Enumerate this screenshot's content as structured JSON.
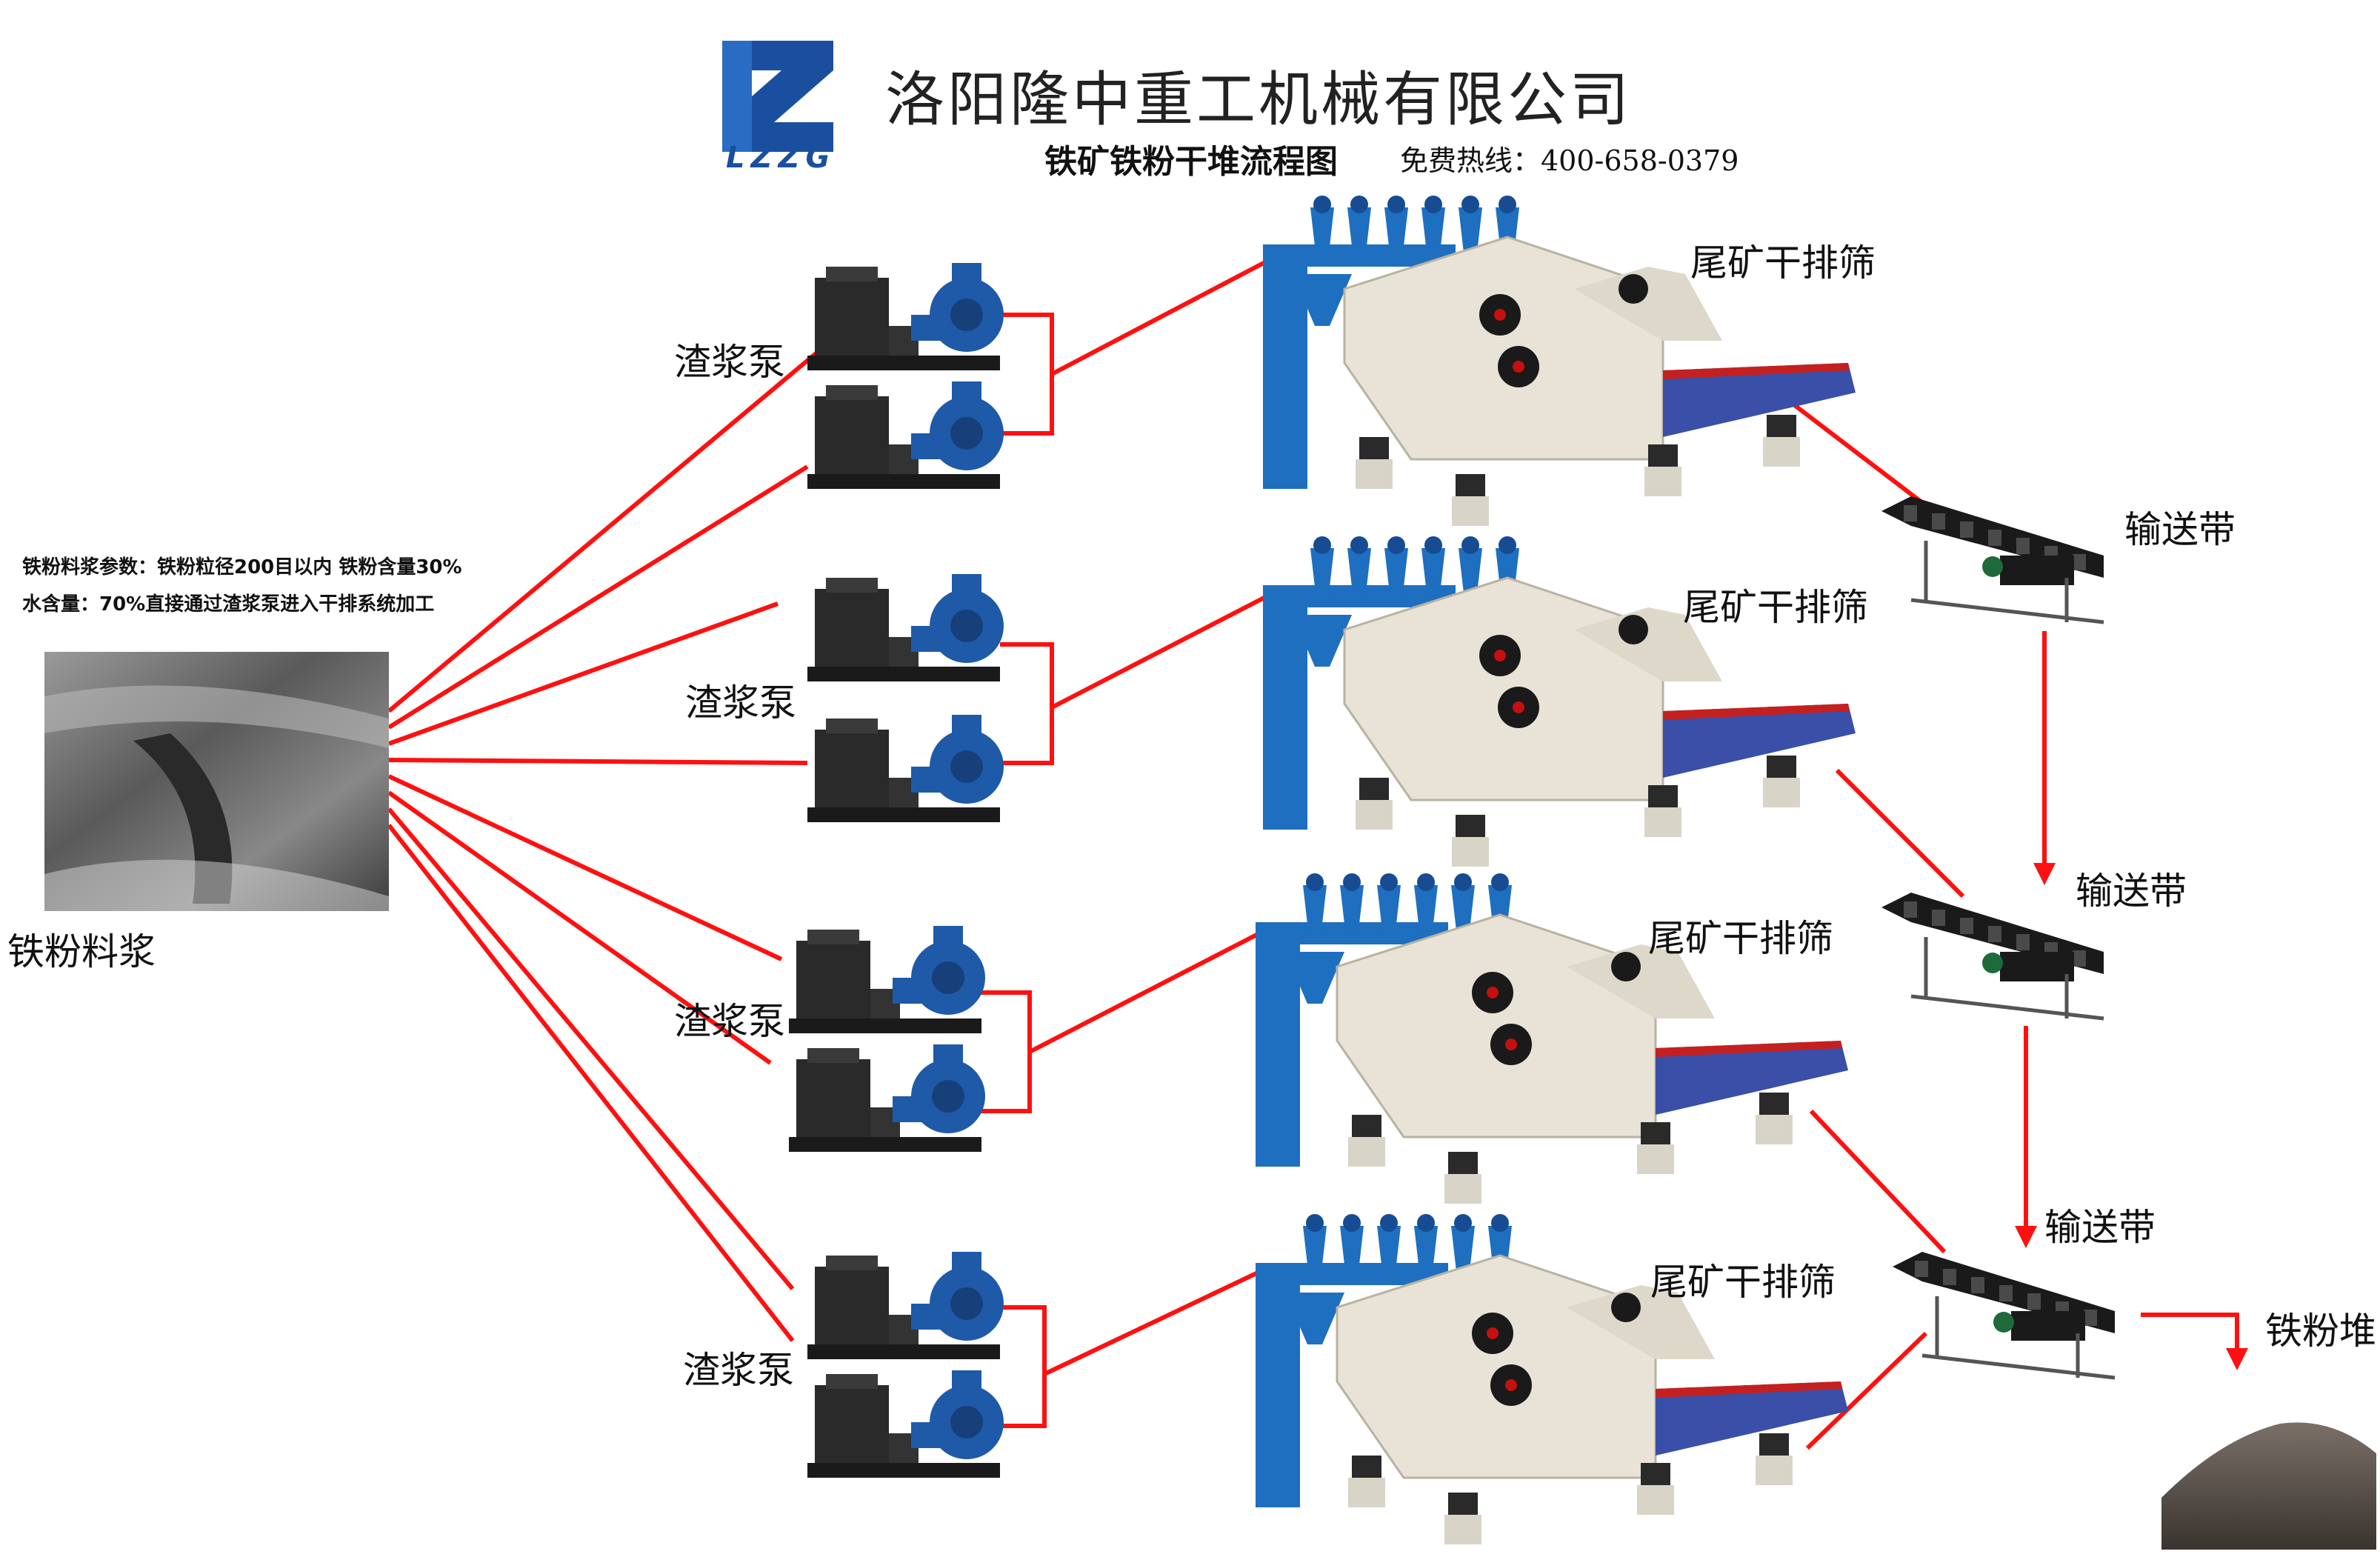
{
  "header": {
    "logo_text": "LZZG",
    "company_name": "洛阳隆中重工机械有限公司",
    "subtitle": "铁矿铁粉干堆流程图",
    "hotline": "免费热线：400-658-0379"
  },
  "source": {
    "params_line1": "铁粉料浆参数：铁粉粒径200目以内 铁粉含量30%",
    "params_line2": "水含量：70%直接通过渣浆泵进入干排系统加工",
    "label": "铁粉料浆"
  },
  "pump_groups": [
    {
      "label": "渣浆泵"
    },
    {
      "label": "渣浆泵"
    },
    {
      "label": "渣浆泵"
    },
    {
      "label": "渣浆泵"
    }
  ],
  "screens": [
    {
      "label": "尾矿干排筛"
    },
    {
      "label": "尾矿干排筛"
    },
    {
      "label": "尾矿干排筛"
    },
    {
      "label": "尾矿干排筛"
    }
  ],
  "conveyors": [
    {
      "label": "输送带"
    },
    {
      "label": "输送带"
    },
    {
      "label": "输送带"
    }
  ],
  "output": {
    "label": "铁粉堆"
  },
  "colors": {
    "flow_line": "#ff1010",
    "pump_blue": "#1e5aa8",
    "screen_body": "#e8e3d6",
    "screen_frame": "#1e6fc0",
    "machine_dark": "#1a1a1a",
    "logo_blue": "#1a4fa0"
  }
}
